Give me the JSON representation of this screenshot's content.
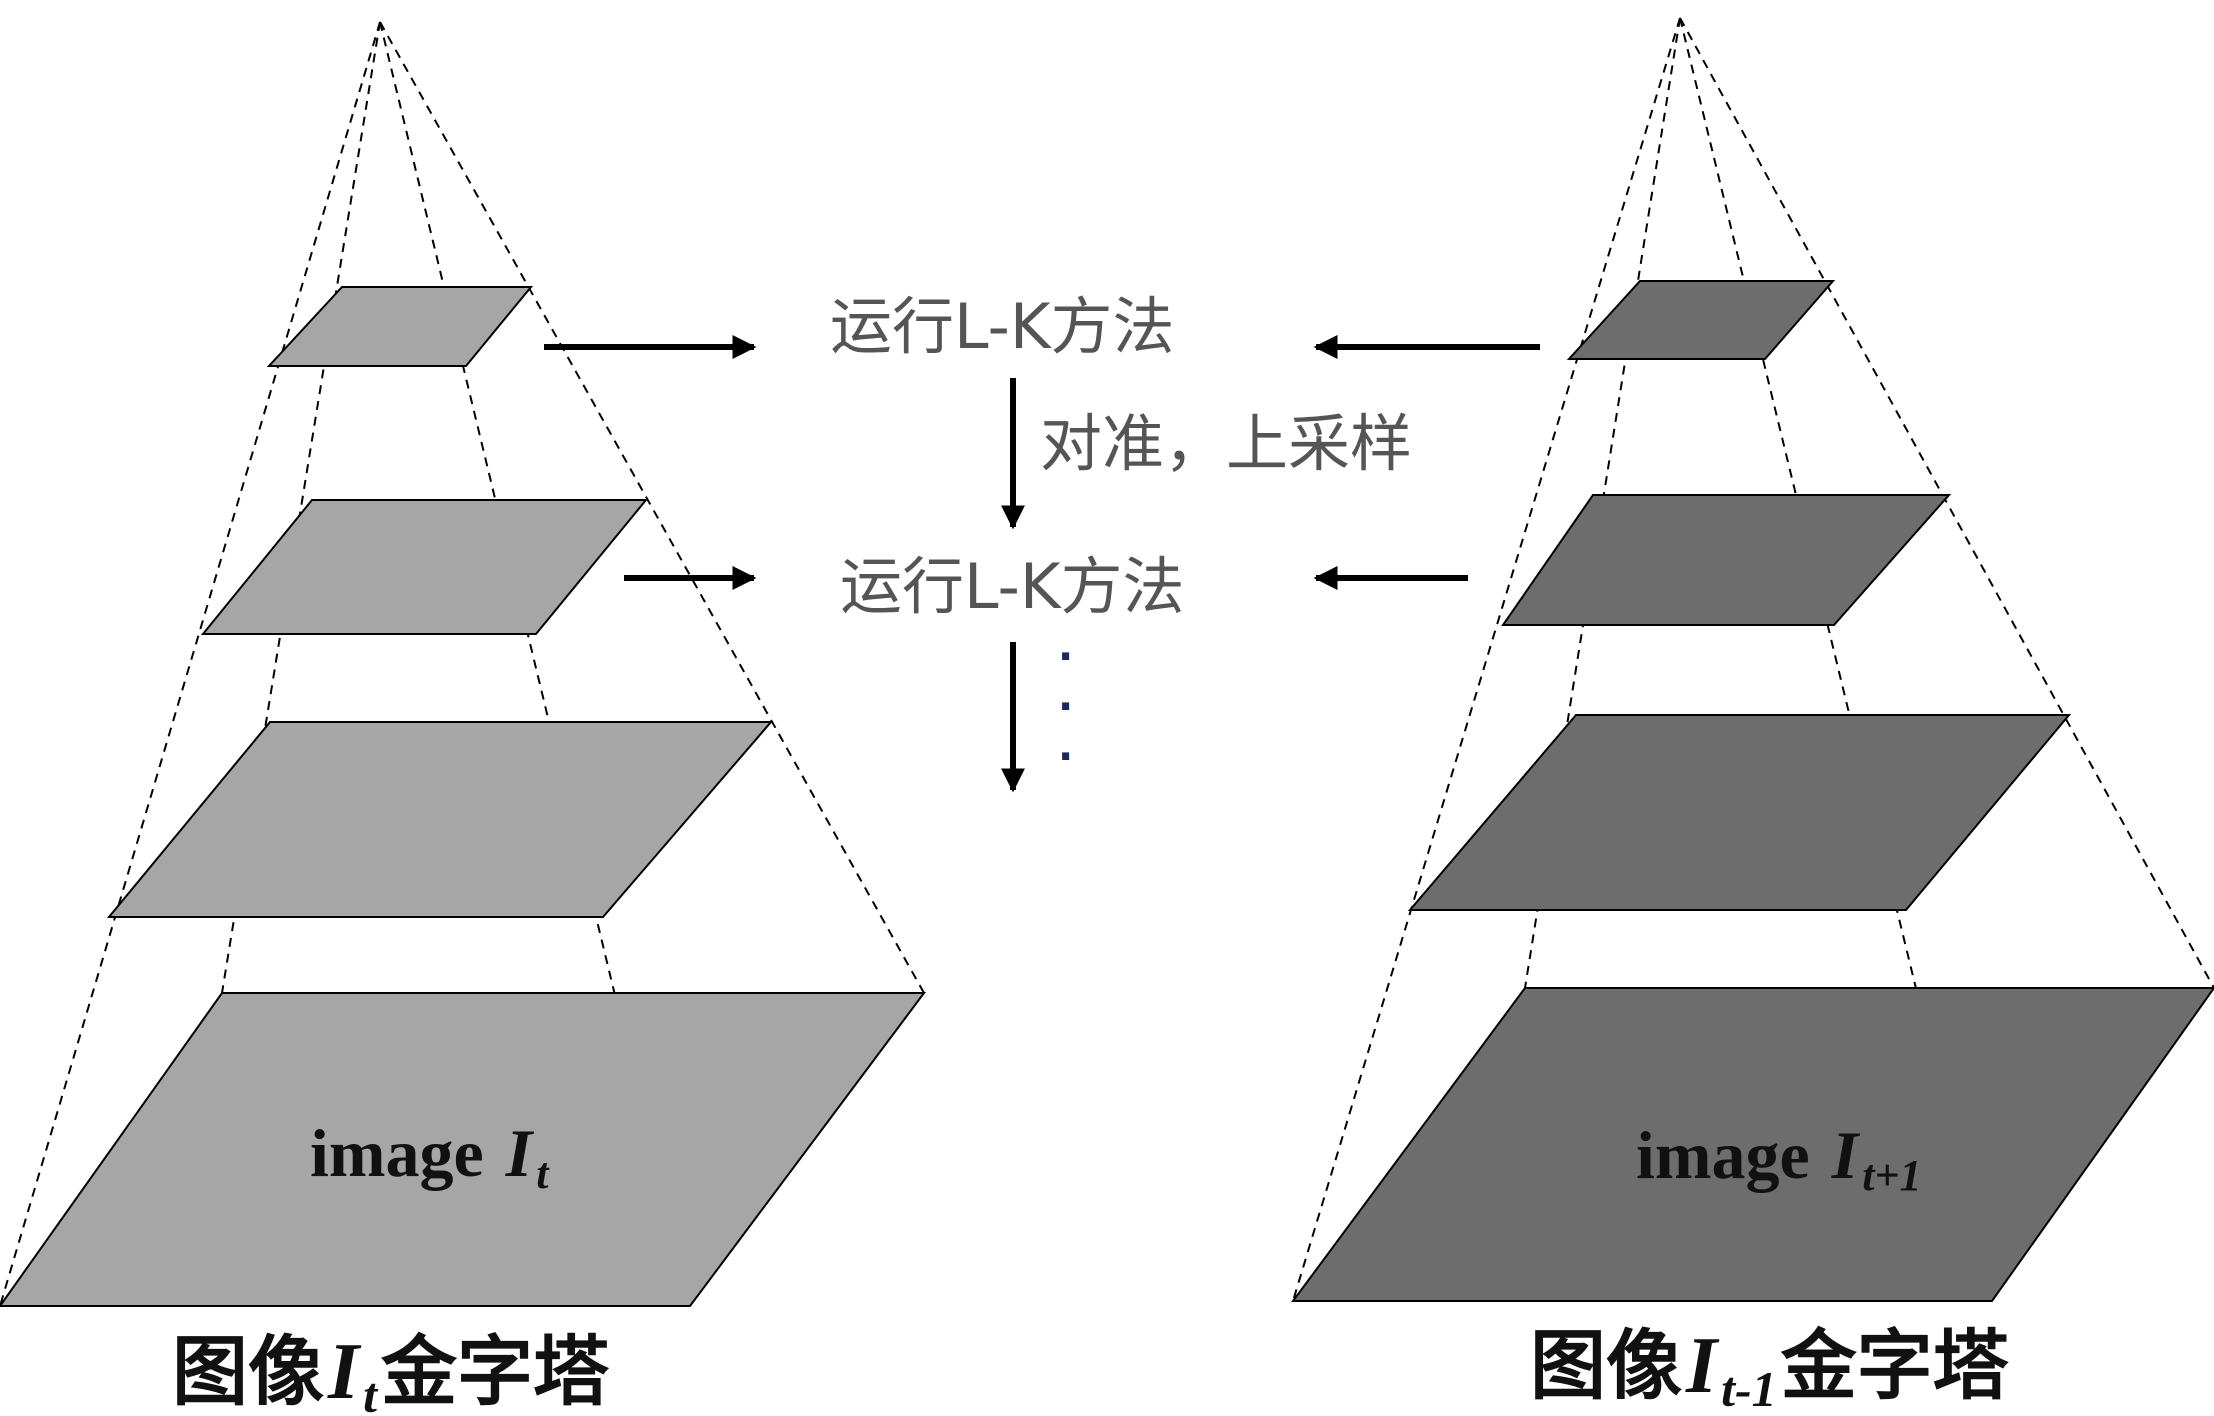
{
  "colors": {
    "left_layer_fill": "#a6a6a6",
    "right_layer_fill": "#6d6d6d",
    "label_gray": "#555555",
    "outline": "#000000"
  },
  "labels": {
    "run_lk_top": "运行L-K方法",
    "align_upsample": "对准，上采样",
    "run_lk_middle": "运行L-K方法",
    "ellipsis_dots": "·"
  },
  "left_pyramid": {
    "base_text": "image",
    "symbol": "I",
    "subscript": "t",
    "caption_prefix": "图像",
    "caption_symbol": "I",
    "caption_subscript": "t",
    "caption_suffix": "金字塔"
  },
  "right_pyramid": {
    "base_text": "image",
    "symbol": "I",
    "subscript": "t+1",
    "caption_prefix": "图像",
    "caption_symbol": "I",
    "caption_subscript": "t-1",
    "caption_suffix": "金字塔"
  }
}
